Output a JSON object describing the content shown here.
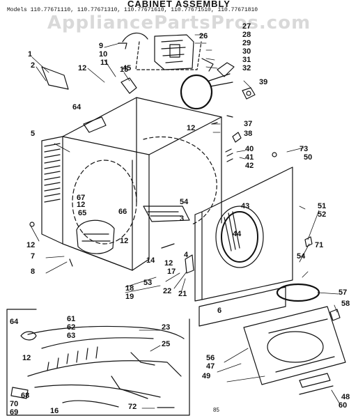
{
  "diagram": {
    "title": "CABINET ASSEMBLY",
    "models_line": "Models 110.77671110, 110.77671310, 110.77671610, 110.77671510, 110.77671810",
    "watermark": "AppliancePartsPros.com",
    "footer_code": "85",
    "colors": {
      "ink": "#111111",
      "paper": "#ffffff",
      "watermark": "#aaaaaa"
    },
    "callouts": [
      "1",
      "2",
      "3",
      "4",
      "5",
      "6",
      "7",
      "8",
      "9",
      "10",
      "11",
      "12",
      "12",
      "12",
      "12",
      "12",
      "12",
      "12",
      "14",
      "15",
      "16",
      "17",
      "18",
      "19",
      "21",
      "22",
      "23",
      "25",
      "26",
      "27",
      "28",
      "29",
      "30",
      "31",
      "32",
      "37",
      "38",
      "39",
      "40",
      "41",
      "42",
      "43",
      "44",
      "45",
      "47",
      "49",
      "50",
      "51",
      "52",
      "53",
      "54",
      "54",
      "56",
      "57",
      "58",
      "60",
      "61",
      "62",
      "63",
      "64",
      "64",
      "65",
      "66",
      "67",
      "68",
      "69",
      "70",
      "71",
      "72",
      "73",
      "48"
    ]
  }
}
